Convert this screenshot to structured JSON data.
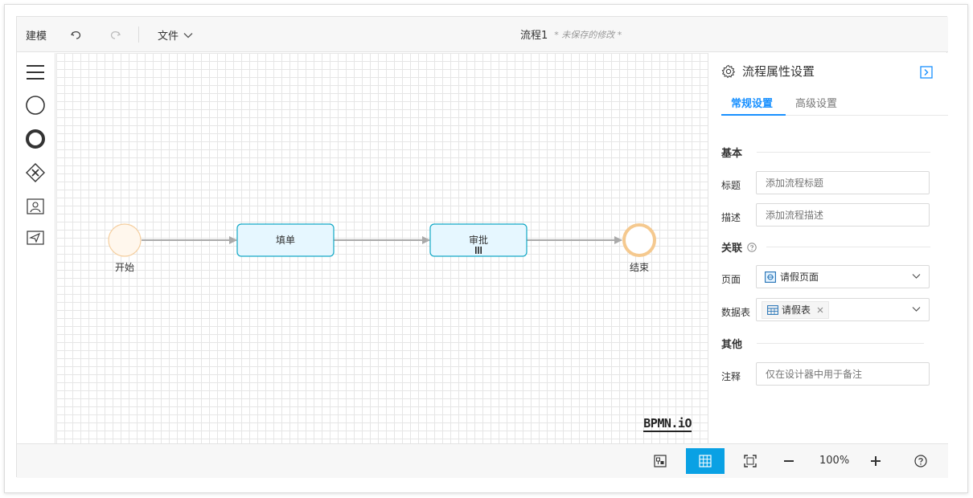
{
  "topbar": {
    "title": "建模",
    "undo_icon": "undo-icon",
    "redo_icon": "redo-icon",
    "file_menu_label": "文件",
    "process_name": "流程1",
    "unsaved_text": "* 未保存的修改 *"
  },
  "palette": {
    "items": [
      "hand-tool-icon",
      "start-event-icon",
      "end-event-icon",
      "gateway-icon",
      "user-task-icon",
      "send-task-icon"
    ]
  },
  "diagram": {
    "start_label": "开始",
    "task1_label": "填单",
    "task2_label": "审批",
    "end_label": "结束",
    "logo": "BPMN.iO"
  },
  "panel": {
    "title": "流程属性设置",
    "tabs": [
      {
        "label": "常规设置",
        "active": true
      },
      {
        "label": "高级设置",
        "active": false
      }
    ],
    "section_basic": "基本",
    "label_title": "标题",
    "title_placeholder": "添加流程标题",
    "label_desc": "描述",
    "desc_placeholder": "添加流程描述",
    "section_relation": "关联",
    "label_page": "页面",
    "page_value": "请假页面",
    "label_table": "数据表",
    "table_tag": "请假表",
    "section_other": "其他",
    "label_note": "注释",
    "note_placeholder": "仅在设计器中用于备注"
  },
  "bottombar": {
    "zoom": "100%"
  },
  "colors": {
    "accent": "#1890ff",
    "grid_active": "#0aa1e4",
    "task_fill": "#e6f7ff",
    "task_stroke": "#13a8c5",
    "start_fill": "#fff7ed",
    "start_stroke": "#f5cfa0",
    "end_stroke": "#f5c98f"
  }
}
